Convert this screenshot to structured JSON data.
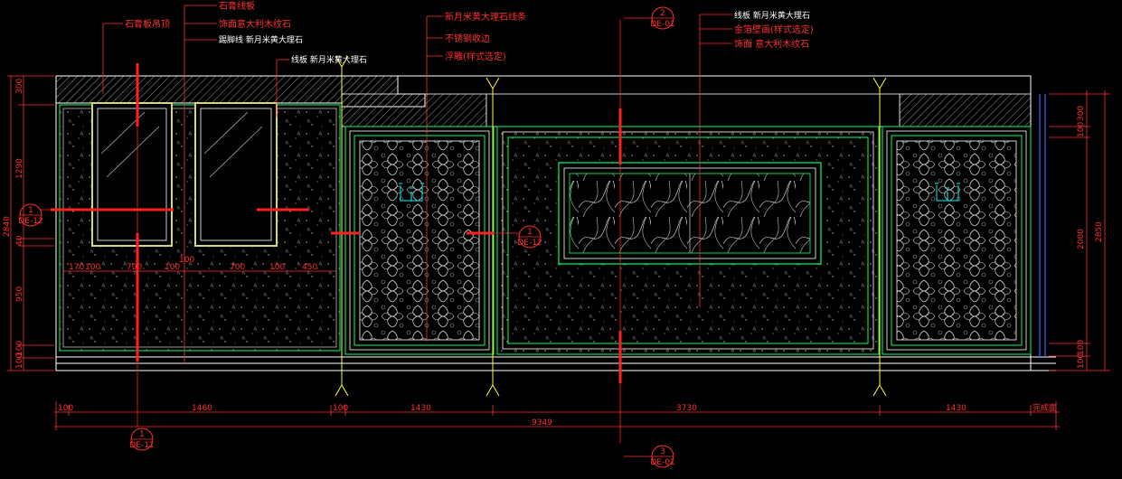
{
  "labels": {
    "top_left": [
      {
        "text": "石膏板吊顶",
        "style": "red"
      },
      {
        "text": "石膏线板",
        "style": "red"
      },
      {
        "text": "饰面意大利木纹石",
        "style": "red"
      },
      {
        "text": "踢脚线 新月米黄大理石",
        "style": "white"
      },
      {
        "text": "线板 新月米黄大理石",
        "style": "white"
      }
    ],
    "top_middle": [
      {
        "text": "新月米黄大理石线条"
      },
      {
        "text": "不锈钢收边"
      },
      {
        "text": "浮雕(样式选定)"
      }
    ],
    "top_right": [
      {
        "text": "线板 新月米黄大理石",
        "style": "white"
      },
      {
        "text": "金箔壁画(样式选定)",
        "style": "red"
      },
      {
        "text": "饰面 意大利木纹石",
        "style": "red"
      }
    ]
  },
  "section_tags": [
    {
      "number": "1",
      "sheet": "DE-12"
    },
    {
      "number": "2",
      "sheet": "DE-01"
    },
    {
      "number": "1",
      "sheet": "DE-12"
    },
    {
      "number": "1",
      "sheet": "DE-11"
    },
    {
      "number": "3",
      "sheet": "DE-01"
    }
  ],
  "dimensions": {
    "left": [
      "300",
      "1290",
      "2840",
      "40",
      "950",
      "100",
      "100"
    ],
    "right": [
      "300",
      "100",
      "2000",
      "2850",
      "100",
      "100"
    ],
    "inner_row": [
      "170",
      "100",
      "700",
      "100",
      "100",
      "700",
      "100",
      "450"
    ],
    "bottom_segments": [
      "100",
      "1460",
      "100",
      "1430",
      "3730",
      "1430",
      "完成面"
    ],
    "bottom_total": "9349"
  },
  "colors": {
    "background": "#000000",
    "annotation": "#ff3030",
    "outline": "#00ff66",
    "wall": "#ffffff",
    "frame": "#d8d870",
    "hatch": "#cccccc",
    "marker": "#ffff33",
    "blue": "#3a6bff"
  }
}
